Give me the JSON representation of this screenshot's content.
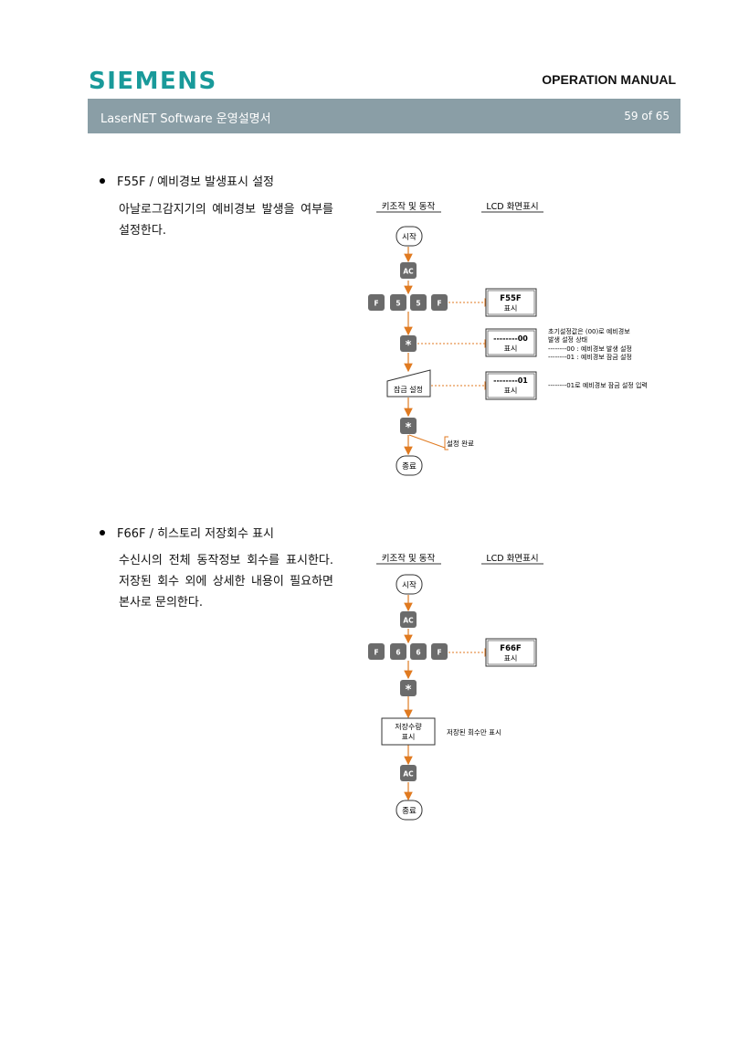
{
  "header": {
    "brand": "SIEMENS",
    "manual_title": "OPERATION MANUAL",
    "doc_title": "LaserNET Software  운영설명서",
    "page_number": "59 of 65",
    "brand_color": "#199a9a",
    "bar_color": "#8a9ea6"
  },
  "sections": [
    {
      "heading": "F55F / 예비경보 발생표시 설정",
      "body": "아날로그감지기의 예비경보 발생을 여부를 설정한다.",
      "flow": {
        "col_keys": "키조작 및 동작",
        "col_lcd": "LCD 화면표시",
        "start": "시작",
        "end": "종료",
        "ac_key": "AC",
        "keys": [
          "F",
          "5",
          "5",
          "F"
        ],
        "star": "*",
        "lcd1_code": "F55F",
        "lcd_show": "표시",
        "lcd2_code": "--------00",
        "lcd3_code": "--------01",
        "input_label": "잠금 설정",
        "complete_label": "설정 완료",
        "note1": [
          "초기설정값은 (00)로 예비경보",
          "발생 설정 상태",
          "--------00 : 예비경보 발생 설정",
          "--------01 : 예비경보 잠금 설정"
        ],
        "note2": "--------01로 예비경보 잠금 설정 입력"
      }
    },
    {
      "heading": "F66F / 히스토리 저장회수 표시",
      "body": "수신시의 전체 동작정보 회수를 표시한다. 저장된 회수 외에 상세한 내용이 필요하면 본사로 문의한다.",
      "flow": {
        "col_keys": "키조작 및 동작",
        "col_lcd": "LCD 화면표시",
        "start": "시작",
        "end": "종료",
        "ac_key": "AC",
        "keys": [
          "F",
          "6",
          "6",
          "F"
        ],
        "star": "*",
        "lcd1_code": "F66F",
        "lcd_show": "표시",
        "process_line1": "저장수량",
        "process_line2": "표시",
        "note": "저장된 회수만 표시"
      }
    }
  ],
  "colors": {
    "arrow": "#e07a20",
    "key_fill": "#6b6b6b",
    "box_stroke": "#333333"
  }
}
